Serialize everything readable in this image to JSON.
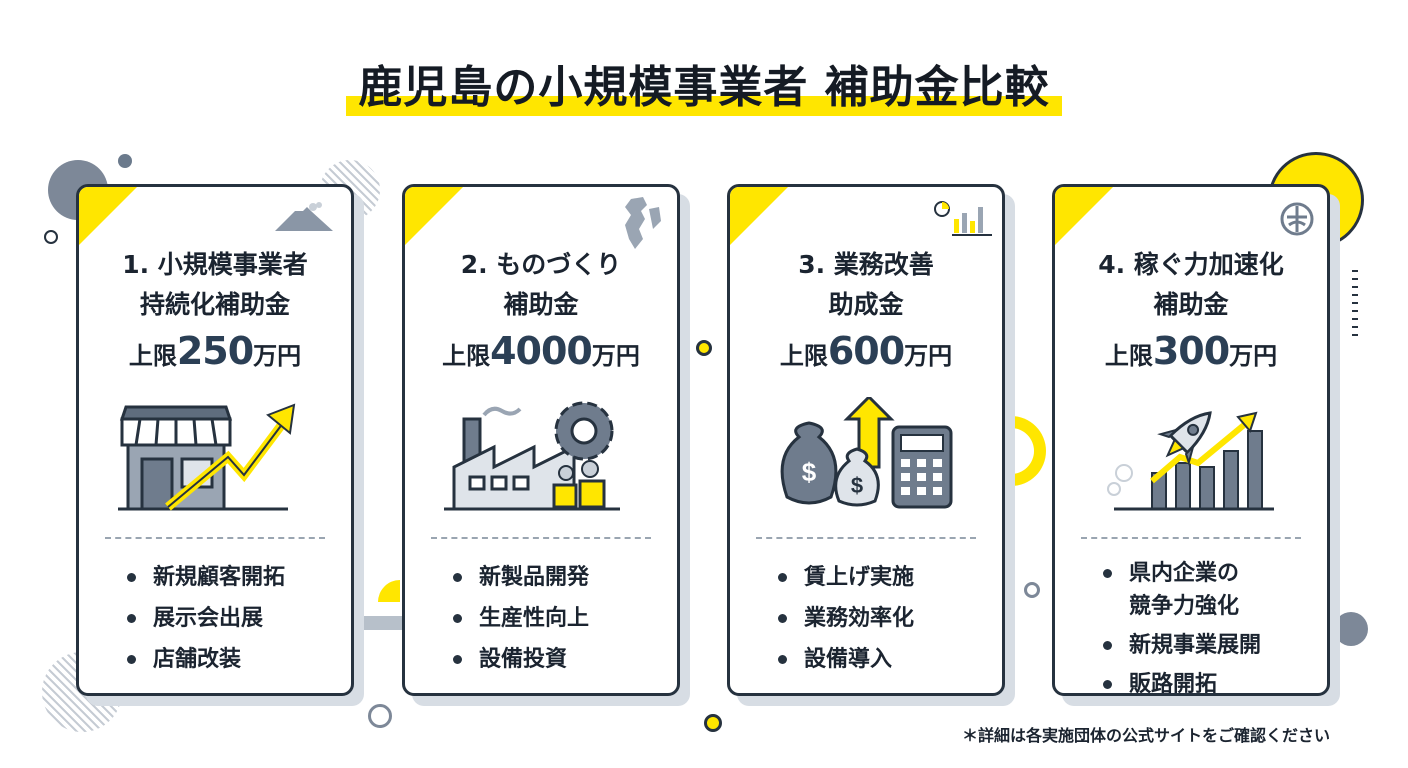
{
  "title": "鹿児島の小規模事業者 補助金比較",
  "limit_prefix": "上限",
  "limit_suffix": "万円",
  "cards": [
    {
      "name_line1": "1. 小規模事業者",
      "name_line2": "持続化補助金",
      "limit": "250",
      "icon": "volcano-icon",
      "illustration": "storefront-growth-icon",
      "items": [
        "新規顧客開拓",
        "展示会出展",
        "店舗改装"
      ]
    },
    {
      "name_line1": "2. ものづくり",
      "name_line2": "補助金",
      "limit": "4000",
      "icon": "kagoshima-map-icon",
      "illustration": "factory-gear-icon",
      "items": [
        "新製品開発",
        "生産性向上",
        "設備投資"
      ]
    },
    {
      "name_line1": "3. 業務改善",
      "name_line2": "助成金",
      "limit": "600",
      "icon": "chart-icon",
      "illustration": "money-calculator-icon",
      "items": [
        "賃上げ実施",
        "業務効率化",
        "設備導入"
      ]
    },
    {
      "name_line1": "4. 稼ぐ力加速化",
      "name_line2": "補助金",
      "limit": "300",
      "icon": "crest-icon",
      "illustration": "rocket-growth-icon",
      "items": [
        "県内企業の",
        "競争力強化",
        "新規事業展開",
        "販路開拓"
      ]
    }
  ],
  "footnote": "＊詳細は各実施団体の公式サイトをご確認ください",
  "colors": {
    "accent": "#ffe600",
    "ink": "#26323f",
    "slate": "#6b7a8c"
  }
}
